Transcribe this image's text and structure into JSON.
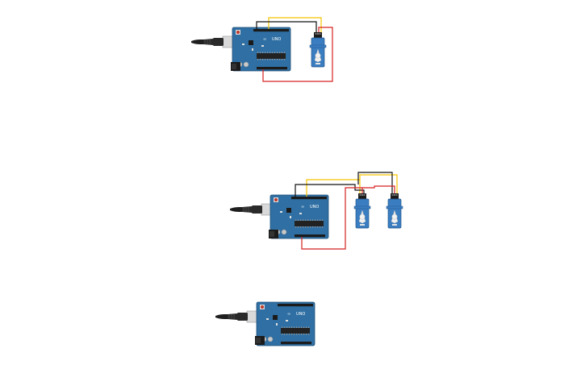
{
  "canvas": {
    "background": "#ffffff"
  },
  "colors": {
    "board": "#2f6fa3",
    "board_edge": "#1e4f78",
    "header": "#1b1b1b",
    "chip": "#222222",
    "usb_metal": "#c8c8c8",
    "usb_cable": "#2a2a2a",
    "reset_button": "#c0392b",
    "servo_body": "#3a7dc1",
    "servo_horn": "#f2f2f2",
    "wire_signal": "#f5c400",
    "wire_ground": "#111111",
    "wire_power": "#d62020"
  },
  "board_text": {
    "brand": "UNO",
    "logo": "∞"
  },
  "circuits": [
    {
      "name": "single-servo-circuit",
      "servos": 1
    },
    {
      "name": "dual-servo-circuit",
      "servos": 2
    },
    {
      "name": "board-only",
      "servos": 0
    }
  ]
}
